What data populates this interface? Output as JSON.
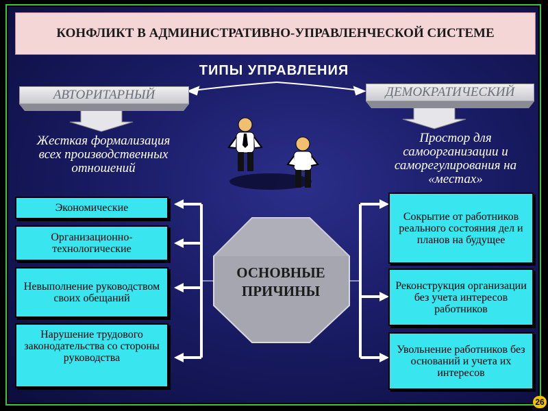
{
  "slide": {
    "title": "КОНФЛИКТ В АДМИНИСТРАТИВНО-УПРАВЛЕНЧЕСКОЙ СИСТЕМЕ",
    "subtitle": "ТИПЫ УПРАВЛЕНИЯ",
    "page_number": "26"
  },
  "types": {
    "left": {
      "label": "АВТОРИТАРНЫЙ",
      "description": "Жесткая формализация всех производственных отношений"
    },
    "right": {
      "label": "ДЕМОКРАТИЧЕСКИЙ",
      "description": "Простор для самоорганизации и саморегулирования на «местах»"
    }
  },
  "center": {
    "label": "ОСНОВНЫЕ ПРИЧИНЫ"
  },
  "left_causes": [
    "Экономические",
    "Организационно-технологические",
    "Невыполнение руководством своих обещаний",
    "Нарушение трудового законодательства со стороны руководства"
  ],
  "right_causes": [
    "Сокрытие от работников реального состояния дел и планов на будущее",
    "Реконструкция организации без учета интересов работников",
    "Увольнение работников без оснований и учета их интересов"
  ],
  "colors": {
    "background": "#1a1c66",
    "title_bg": "#f5d6d6",
    "cause_box": "#39e6f0",
    "octagon": "#a6a6b0",
    "border": "#39c43a"
  }
}
